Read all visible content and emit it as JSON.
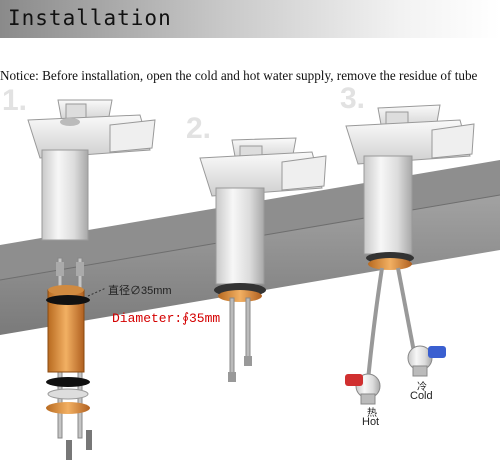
{
  "header": {
    "title": "Installation"
  },
  "notice": "Notice: Before installation, open the cold and hot water supply, remove  the residue of tube",
  "steps": [
    "1.",
    "2.",
    "3."
  ],
  "labels": {
    "diameter_cn": "直径∅35mm",
    "diameter_red": "Diameter:∮35mm",
    "cold_cn": "冷",
    "cold": "Cold",
    "hot_cn": "热",
    "hot": "Hot"
  },
  "colors": {
    "accent_red": "#d40000",
    "cold_blue": "#3a5fd0",
    "hot_red": "#d03030",
    "nut_orange": "#e8a040"
  }
}
